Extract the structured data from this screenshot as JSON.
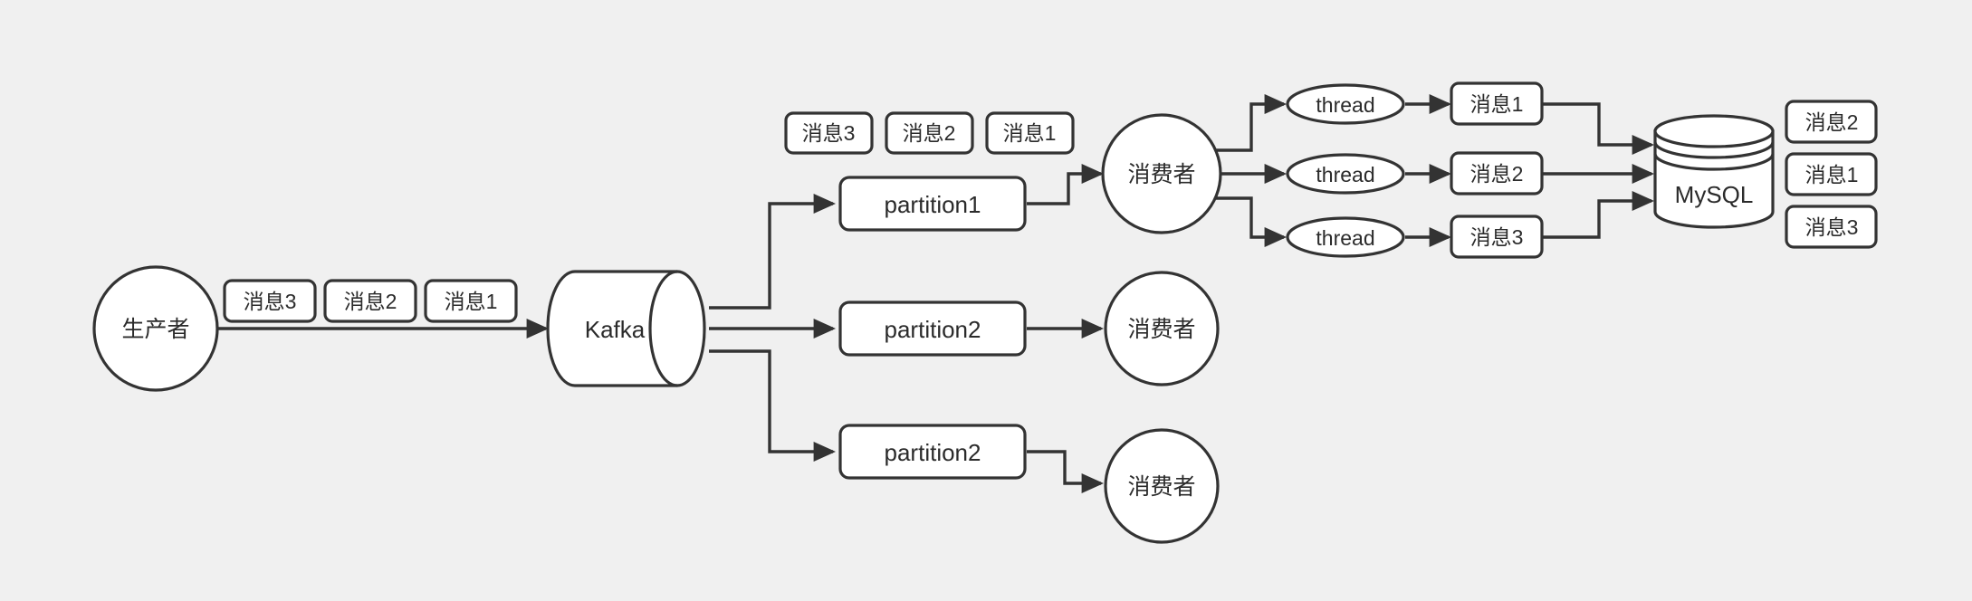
{
  "diagram": {
    "title": "Kafka producer-partition-consumer-thread-MySQL flow",
    "background_color": "#f0f0f0",
    "stroke_color": "#333333",
    "node_fill_color": "#ffffff",
    "text_color": "#2b2b2b"
  },
  "producer": {
    "label": "生产者",
    "queue": [
      {
        "label": "消息3"
      },
      {
        "label": "消息2"
      },
      {
        "label": "消息1"
      }
    ]
  },
  "broker": {
    "label": "Kafka"
  },
  "partitions": [
    {
      "label": "partition1"
    },
    {
      "label": "partition2"
    },
    {
      "label": "partition2"
    }
  ],
  "partition_queue": [
    {
      "label": "消息3"
    },
    {
      "label": "消息2"
    },
    {
      "label": "消息1"
    }
  ],
  "consumers": [
    {
      "label": "消费者"
    },
    {
      "label": "消费者"
    },
    {
      "label": "消费者"
    }
  ],
  "threads": [
    {
      "label": "thread"
    },
    {
      "label": "thread"
    },
    {
      "label": "thread"
    }
  ],
  "thread_messages": [
    {
      "label": "消息1"
    },
    {
      "label": "消息2"
    },
    {
      "label": "消息3"
    }
  ],
  "database": {
    "label": "MySQL"
  },
  "database_rows": [
    {
      "label": "消息2"
    },
    {
      "label": "消息1"
    },
    {
      "label": "消息3"
    }
  ]
}
